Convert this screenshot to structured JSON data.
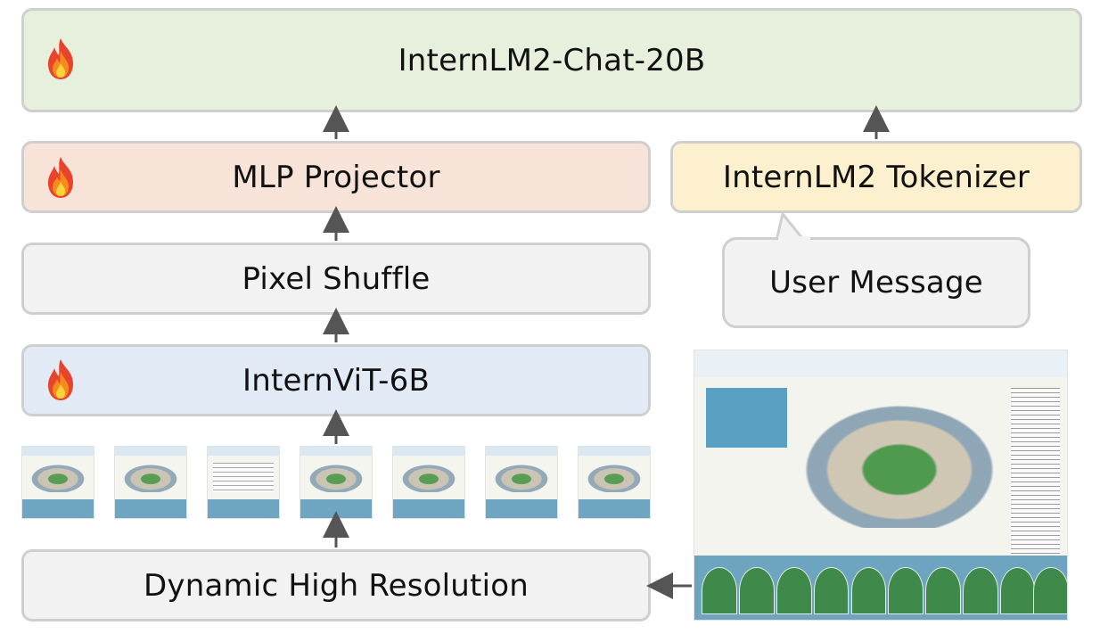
{
  "blocks": {
    "llm": "InternLM2-Chat-20B",
    "mlp": "MLP Projector",
    "tokenizer": "InternLM2 Tokenizer",
    "pixel_shuffle": "Pixel Shuffle",
    "user_message": "User Message",
    "vit": "InternViT-6B",
    "dynamic": "Dynamic High Resolution"
  },
  "trainable_icon": "fire-icon",
  "colors": {
    "llm_fill": "#e7f0dd",
    "mlp_fill": "#f7e3d8",
    "tokenizer_fill": "#fcf0cf",
    "neutral_fill": "#f2f2f2",
    "vit_fill": "#e2ebf5",
    "border": "#cfcfcf",
    "arrow": "#555555"
  },
  "input_image": {
    "description_icon": "newspaper-infographic-image",
    "tile_count": 7
  }
}
